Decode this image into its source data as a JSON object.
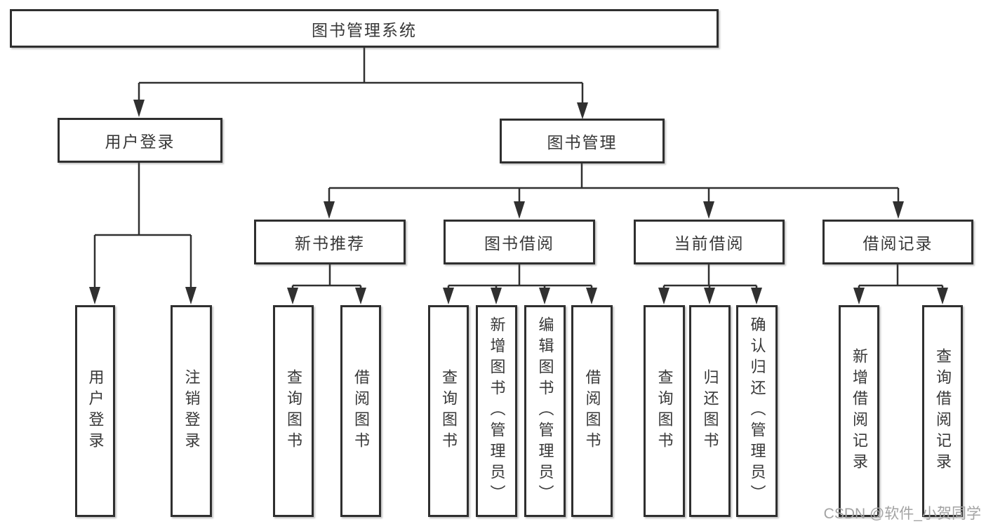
{
  "tree": {
    "root": {
      "label": "图书管理系统"
    },
    "level2": [
      {
        "label": "用户登录",
        "children": [
          {
            "label": "用户登录"
          },
          {
            "label": "注销登录"
          }
        ]
      },
      {
        "label": "图书管理"
      }
    ],
    "level3": [
      {
        "label": "新书推荐",
        "children": [
          {
            "label": "查询图书"
          },
          {
            "label": "借阅图书"
          }
        ]
      },
      {
        "label": "图书借阅",
        "children": [
          {
            "label": "查询图书"
          },
          {
            "label": "新增图书（管理员）"
          },
          {
            "label": "编辑图书（管理员）"
          },
          {
            "label": "借阅图书"
          }
        ]
      },
      {
        "label": "当前借阅",
        "children": [
          {
            "label": "查询图书"
          },
          {
            "label": "归还图书"
          },
          {
            "label": "确认归还（管理员）"
          }
        ]
      },
      {
        "label": "借阅记录",
        "children": [
          {
            "label": "新增借阅记录"
          },
          {
            "label": "查询借阅记录"
          }
        ]
      }
    ]
  },
  "watermark": {
    "text": "CSDN @软件_小贺同学"
  },
  "colors": {
    "line": "#303030",
    "box_border": "#2f2f2f",
    "text": "#383838",
    "watermark": "#a3a3a3",
    "background": "#ffffff"
  }
}
